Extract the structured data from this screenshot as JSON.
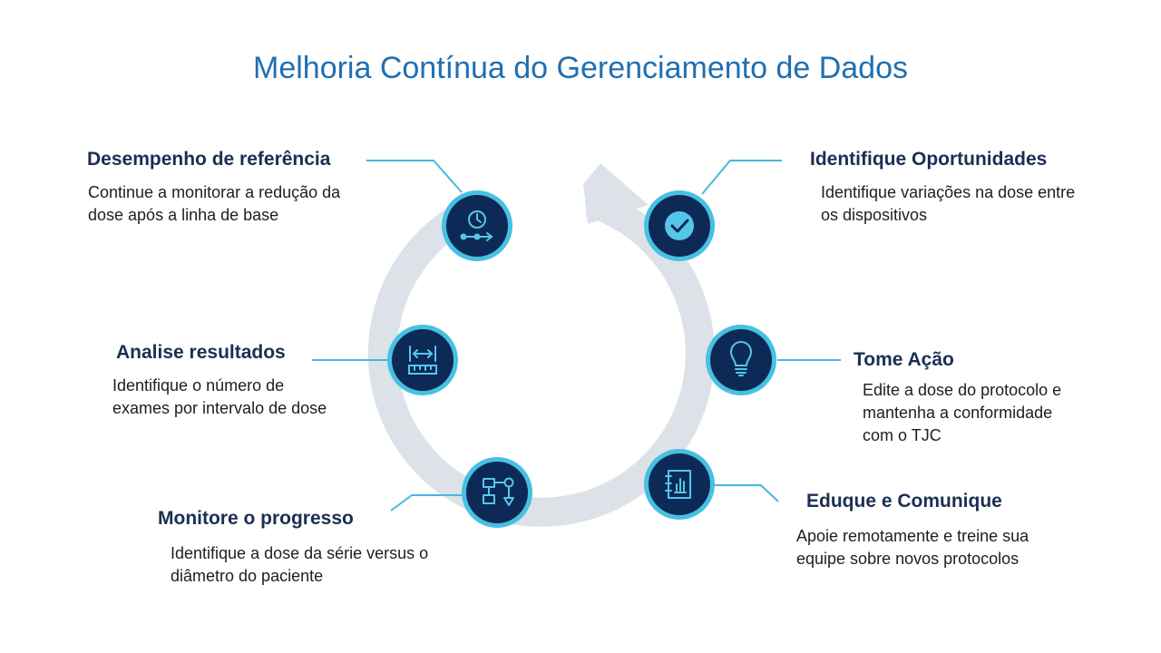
{
  "title": "Melhoria Contínua do Gerenciamento de Dados",
  "colors": {
    "title": "#1f6fb2",
    "heading": "#1b2f52",
    "node_fill": "#0d2a57",
    "node_ring": "#47c0e3",
    "icon": "#55c6ea",
    "connector": "#47b8dc",
    "cycle_arrow": "#dde2e9"
  },
  "steps": [
    {
      "icon": "clock-timeline-icon",
      "heading": "Desempenho de referência",
      "desc_lines": [
        "Continue a monitorar  a redução da",
        "dose após a linha de base"
      ]
    },
    {
      "icon": "check-badge-icon",
      "heading": "Identifique Oportunidades",
      "desc_lines": [
        "Identifique variações na dose entre",
        "os dispositivos"
      ]
    },
    {
      "icon": "measure-ruler-icon",
      "heading": "Analise resultados",
      "desc_lines": [
        "Identifique  o número de",
        "exames por intervalo de dose"
      ]
    },
    {
      "icon": "lightbulb-icon",
      "heading": "Tome Ação",
      "desc_lines": [
        "Edite a dose do protocolo  e",
        "mantenha  a conformidade",
        "com o TJC"
      ]
    },
    {
      "icon": "flowchart-icon",
      "heading": "Monitore o progresso",
      "desc_lines": [
        "Identifique  a dose da série versus  o",
        "diâmetro do paciente"
      ]
    },
    {
      "icon": "report-chart-icon",
      "heading": "Eduque e Comunique",
      "desc_lines": [
        "Apoie remotamente  e treine sua",
        "equipe sobre novos  protocolos"
      ]
    }
  ]
}
